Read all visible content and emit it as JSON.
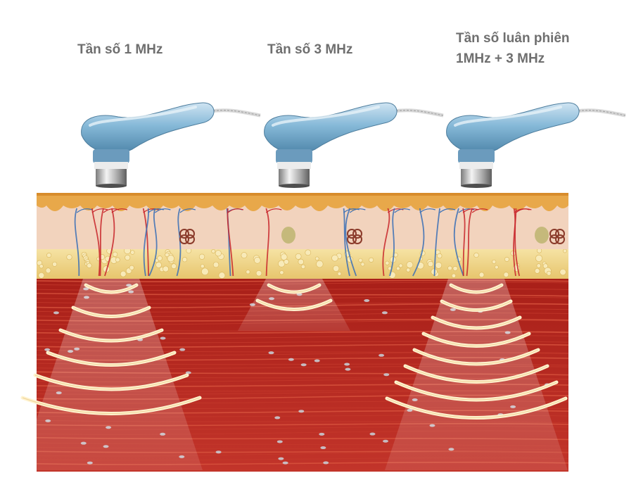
{
  "diagram": {
    "probes": [
      {
        "id": "probe-1mhz",
        "label": "Tần số 1 MHz",
        "wave_count": 6,
        "beam": "deep"
      },
      {
        "id": "probe-3mhz",
        "label": "Tần số 3 MHz",
        "wave_count": 2,
        "beam": "shallow"
      },
      {
        "id": "probe-alternating",
        "label_lines": [
          "Tần số luân phiên",
          "1MHz + 3 MHz"
        ],
        "wave_count": 8,
        "beam": "deep"
      }
    ],
    "tissue_layers": [
      "epidermis",
      "dermis",
      "subcutaneous-fat",
      "muscle"
    ],
    "colors": {
      "probe_body": "#7fb3d3",
      "probe_highlight": "#c3dcec",
      "muscle": "#b8261d",
      "muscle_fiber": "#e06a56",
      "fat": "#efd58a",
      "dermis": "#f3d4bf",
      "epidermis": "#e7a94e",
      "wave": "#fff3cf",
      "label_text": "#6f6f6f"
    }
  }
}
